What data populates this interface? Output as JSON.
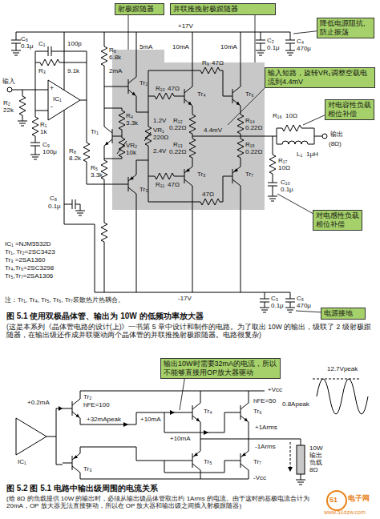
{
  "diagram": {
    "nodes": [
      {
        "text": [
          "射极跟随器"
        ]
      },
      {
        "text": [
          "并联推挽射极跟随器"
        ]
      },
      {
        "text": [
          "降低电源阻抗,防止振荡"
        ]
      },
      {
        "text": [
          "输入短路，旋转VR₁调整空载电流到4.4mV"
        ]
      },
      {
        "text": [
          "对电容性负载相位补偿"
        ]
      },
      {
        "text": [
          "对电感性负载相位补偿"
        ]
      },
      {
        "text": [
          "电源接地"
        ]
      },
      {
        "text": [
          "输出10W时需要32mA的电流，所以不能够直接用OP放大器驱动"
        ]
      }
    ],
    "labels": [
      "+17V",
      "-17V",
      "C₁",
      "100p",
      "C₆",
      "0.1μ",
      "R₃",
      "9.1k",
      "输入",
      "R₂",
      "22k",
      "+",
      "-",
      "IC₁",
      "R₁",
      "1k",
      "C₉",
      "100μ",
      "C₈",
      "0.1μ",
      "R₆",
      "6.8k",
      "2mA",
      "Tr₁",
      "R₄",
      "3.3k",
      "VR₂",
      "10k",
      "R₈",
      "8.2k",
      "R₅",
      "3.3k",
      "Tr₂",
      "Tr₃",
      "1.2V",
      "VR₁",
      "220Ω",
      "2.4V",
      "R₁₀",
      "47Ω",
      "R₉",
      "47Ω",
      "R₁₁",
      "47Ω",
      "47Ω",
      "5mA",
      "10mA",
      "10mA",
      "Tr₄",
      "Tr₅",
      "Tr₆",
      "Tr₇",
      "R₁₂",
      "0.22Ω",
      "R₁₃",
      "0.22Ω",
      "R₁₄",
      "0.22Ω",
      "R₁₅",
      "0.22Ω",
      "4.4mV",
      "R₁₆",
      "10Ω",
      "L₁",
      "1μH",
      "输出",
      "(8Ω)",
      "R₁₇",
      "10Ω",
      "C₁₀",
      "0.1μ",
      "C₂",
      "0.1μ",
      "C₄",
      "470μ",
      "C₃",
      "0.1μ",
      "C₅",
      "470μ",
      "IC₁ =NJM5532D",
      "Tr₁, Tr₂=2SC3423",
      "Tr₃ =2SA1360",
      "Tr₄,Tr₆=2SC3298",
      "Tr₅,Tr₇=2SA1306",
      "注：Tr₁, Tr₄, Tr₅, Tr₆, Tr₇装散热片热耦合。",
      "图 5.1  使用双极晶体管、输出为 10W 的低频功率放大器",
      "(这是本系列《晶体管电路的设计(上)》一书第 5 章中设计和制作的电路。为了取出 10W 的输出，级联了 2 级射极跟随器，在输出级还作成并联驱动两个晶体管的并联推挽射极跟随器。电路很复杂)",
      "+0.2mA",
      "Tr₂",
      "hFE=100",
      "+32mApeak",
      "+10mA",
      "+10mA",
      "hFE=50",
      "+Vcc",
      "Tr₄",
      "Tr₆",
      "0.8Apeak",
      "12.7Vpeak",
      "+1Arms",
      "IC₁",
      "Tr₃",
      "Tr₅",
      "Tr₇",
      "-1Arms",
      "10W",
      "输出",
      "负载",
      "8Ω",
      "-Vcc",
      "图 5.2  图 5.1 电路中输出级周围的电流关系",
      "(给 8Ω 的负载提供 10W 的输出时，必须从输出级晶体管取出约 1Arms 的电流。由于这时的基极电流合计为 20mA，OP 放大器无法直接驱动，所以在 OP 放大器和输出级之间插入射极跟随器)",
      "51",
      "电子网",
      "www.51dzw.com"
    ]
  }
}
